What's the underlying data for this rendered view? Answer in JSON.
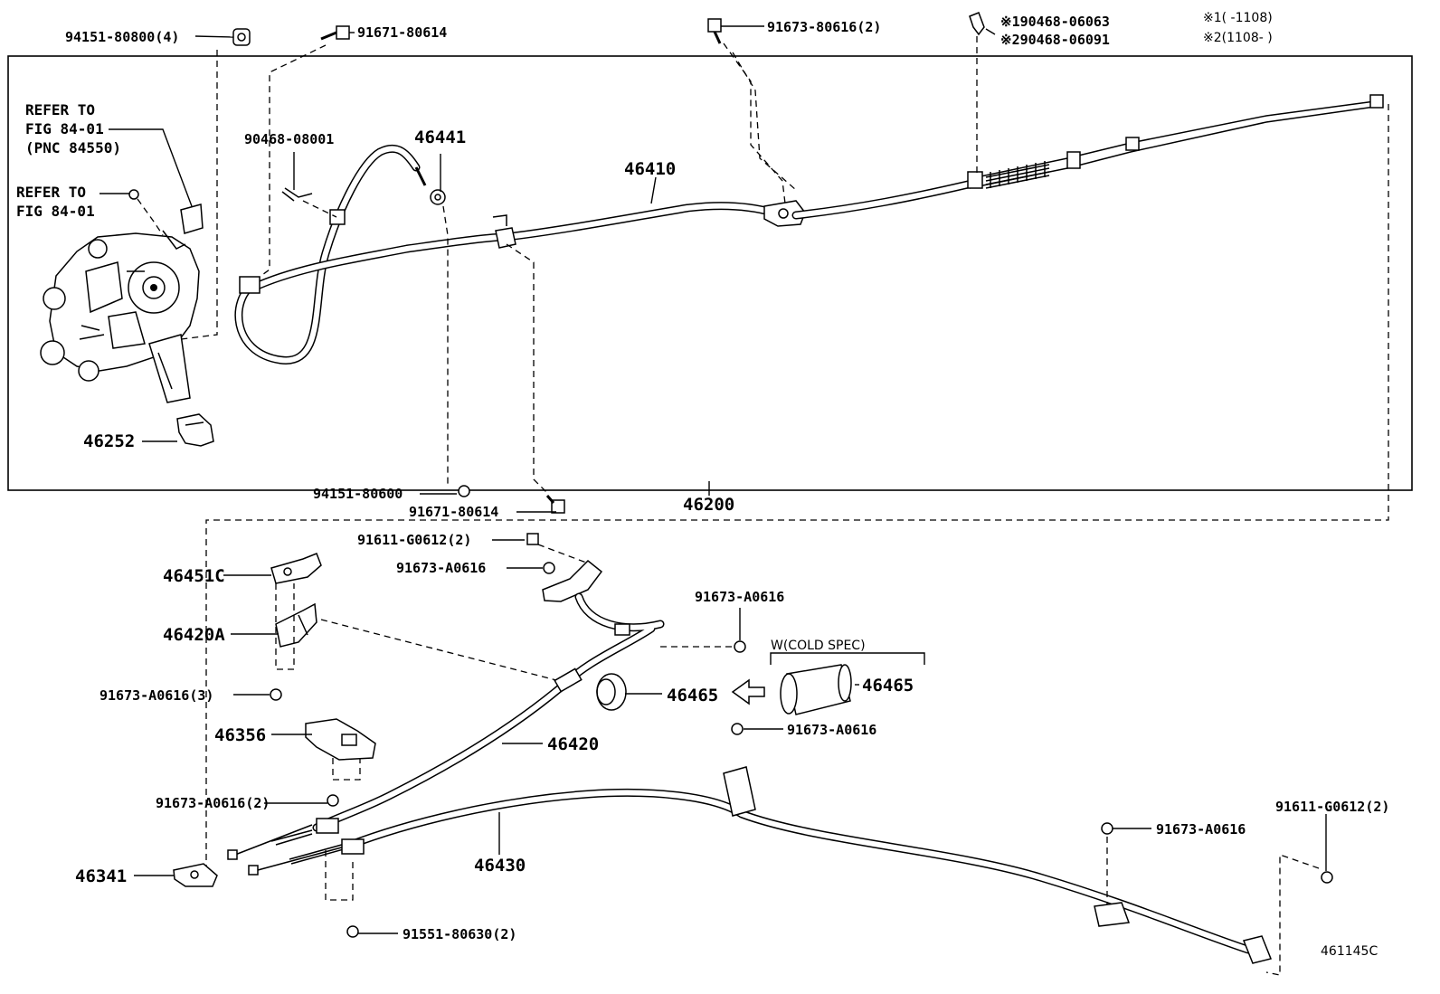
{
  "labels": {
    "p94151_80800": "94151-80800(4)",
    "p91671_80614_top": "91671-80614",
    "p91673_80616": "91673-80616(2)",
    "p90468_06063": "※190468-06063",
    "p90468_06091": "※290468-06091",
    "note1": "※1(  -1108)",
    "note2": "※2(1108-  )",
    "refer1_line1": "REFER TO",
    "refer1_line2": "FIG 84-01",
    "refer1_line3": "(PNC 84550)",
    "refer2_line1": "REFER TO",
    "refer2_line2": "FIG 84-01",
    "p90468_08001": "90468-08001",
    "p46441": "46441",
    "p46410": "46410",
    "p46252": "46252",
    "p94151_80600": "94151-80600",
    "p91671_80614_bot": "91671-80614",
    "p46200": "46200",
    "p91611_G0612_2a": "91611-G0612(2)",
    "p91673_A0616_a": "91673-A0616",
    "p91673_A0616_b": "91673-A0616",
    "p46451C": "46451C",
    "p46420A": "46420A",
    "p91673_A0616_3": "91673-A0616(3)",
    "p46465_ring": "46465",
    "cold_spec": "W(COLD SPEC)",
    "p46465_boot": "46465",
    "p91673_A0616_c": "91673-A0616",
    "p46356": "46356",
    "p46420": "46420",
    "p91673_A0616_2": "91673-A0616(2)",
    "p46430": "46430",
    "p46341": "46341",
    "p91673_A0616_d": "91673-A0616",
    "p91611_G0612_2b": "91611-G0612(2)",
    "p91551_80630": "91551-80630(2)",
    "figure_id": "461145C"
  }
}
